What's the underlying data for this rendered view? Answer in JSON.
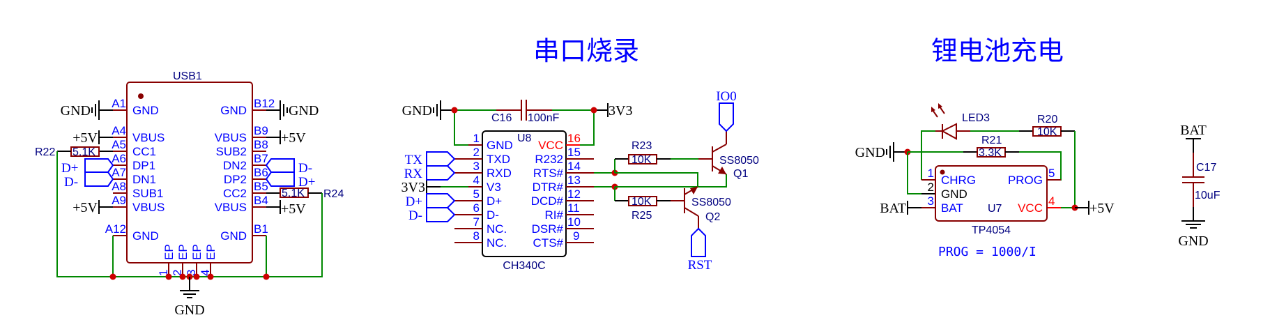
{
  "titles": {
    "serial": "串口烧录",
    "charger": "锂电池充电"
  },
  "usb": {
    "ref": "USB1",
    "left_pins": [
      {
        "num": "A1",
        "name": "GND"
      },
      {
        "num": "A4",
        "name": "VBUS"
      },
      {
        "num": "A5",
        "name": "CC1"
      },
      {
        "num": "A6",
        "name": "DP1"
      },
      {
        "num": "A7",
        "name": "DN1"
      },
      {
        "num": "A8",
        "name": "SUB1"
      },
      {
        "num": "A9",
        "name": "VBUS"
      },
      {
        "num": "A12",
        "name": "GND"
      }
    ],
    "right_pins": [
      {
        "num": "B12",
        "name": "GND"
      },
      {
        "num": "B9",
        "name": "VBUS"
      },
      {
        "num": "B8",
        "name": "SUB2"
      },
      {
        "num": "B7",
        "name": "DN2"
      },
      {
        "num": "B6",
        "name": "DP2"
      },
      {
        "num": "B5",
        "name": "CC2"
      },
      {
        "num": "B4",
        "name": "VBUS"
      },
      {
        "num": "B1",
        "name": "GND"
      }
    ],
    "ep_pins": [
      {
        "num": "1",
        "name": "EP"
      },
      {
        "num": "2",
        "name": "EP"
      },
      {
        "num": "3",
        "name": "EP"
      },
      {
        "num": "4",
        "name": "EP"
      }
    ],
    "r22": {
      "ref": "R22",
      "value": "5.1K"
    },
    "r24": {
      "ref": "R24",
      "value": "5.1K"
    },
    "nets": {
      "gnd": "GND",
      "v5": "+5V",
      "dp": "D+",
      "dn": "D-"
    }
  },
  "ch340": {
    "ref": "U8",
    "part": "CH340C",
    "left_pins": [
      {
        "num": "1",
        "name": "GND"
      },
      {
        "num": "2",
        "name": "TXD"
      },
      {
        "num": "3",
        "name": "RXD"
      },
      {
        "num": "4",
        "name": "V3"
      },
      {
        "num": "5",
        "name": "D+"
      },
      {
        "num": "6",
        "name": "D-"
      },
      {
        "num": "7",
        "name": "NC."
      },
      {
        "num": "8",
        "name": "NC."
      }
    ],
    "right_pins": [
      {
        "num": "16",
        "name": "VCC"
      },
      {
        "num": "15",
        "name": "R232"
      },
      {
        "num": "14",
        "name": "RTS#"
      },
      {
        "num": "13",
        "name": "DTR#"
      },
      {
        "num": "12",
        "name": "DCD#"
      },
      {
        "num": "11",
        "name": "RI#"
      },
      {
        "num": "10",
        "name": "DSR#"
      },
      {
        "num": "9",
        "name": "CTS#"
      }
    ],
    "c16": {
      "ref": "C16",
      "value": "100nF"
    },
    "nets": {
      "gnd": "GND",
      "v33": "3V3",
      "tx": "TX",
      "rx": "RX",
      "v3": "3V3",
      "dp": "D+",
      "dn": "D-"
    },
    "r23": {
      "ref": "R23",
      "value": "10K"
    },
    "r25": {
      "ref": "R25",
      "value": "10K"
    },
    "q1": {
      "ref": "Q1",
      "part": "SS8050"
    },
    "q2": {
      "ref": "Q2",
      "part": "SS8050"
    },
    "io0": "IO0",
    "rst": "RST"
  },
  "tp4054": {
    "ref": "U7",
    "part": "TP4054",
    "pins": [
      {
        "num": "1",
        "name": "CHRG"
      },
      {
        "num": "2",
        "name": "GND"
      },
      {
        "num": "3",
        "name": "BAT"
      },
      {
        "num": "5",
        "name": "PROG"
      },
      {
        "num": "4",
        "name": "VCC"
      }
    ],
    "led": "LED3",
    "r20": {
      "ref": "R20",
      "value": "10K"
    },
    "r21": {
      "ref": "R21",
      "value": "3.3K"
    },
    "nets": {
      "gnd": "GND",
      "bat": "BAT",
      "v5": "+5V"
    },
    "note": "PROG = 1000/I"
  },
  "c17": {
    "ref": "C17",
    "value": "10uF",
    "top": "BAT",
    "bottom": "GND"
  },
  "colors": {
    "wire": "#008800",
    "pin": "#880000",
    "label": "#0000ff",
    "junction": "#cc0000"
  }
}
